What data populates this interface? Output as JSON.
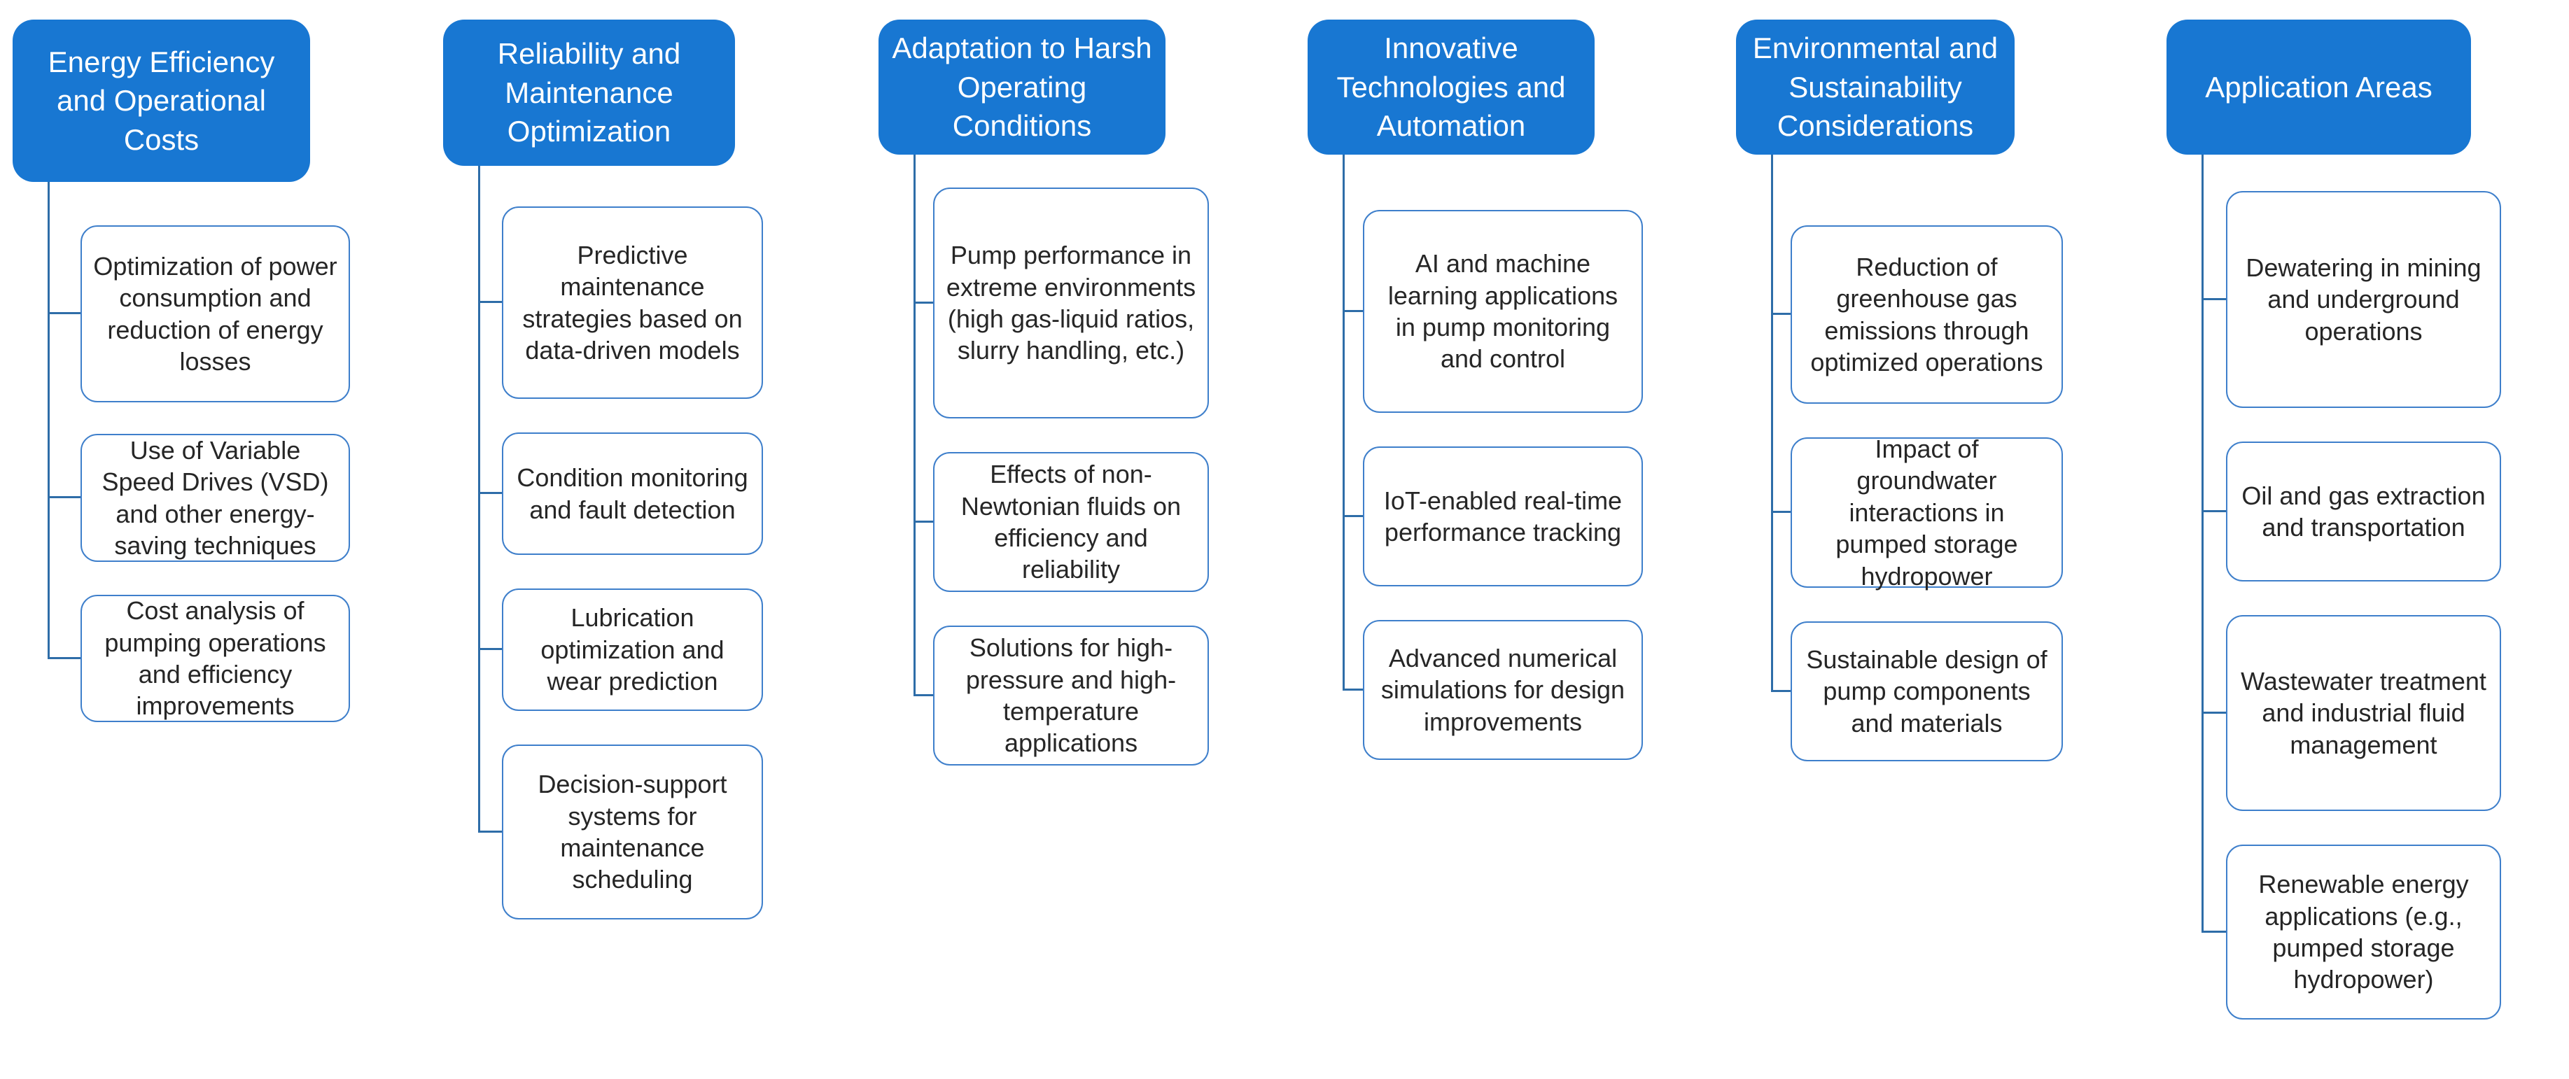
{
  "diagram": {
    "title": "Pump research topics hierarchy",
    "colors": {
      "background": "#FFFFFF",
      "header_fill": "#1877D2",
      "header_text": "#FFFFFF",
      "item_fill": "#FFFFFF",
      "item_border": "#3E7FCB",
      "item_text": "#262626",
      "connector": "#2E6DA8"
    },
    "columns": [
      {
        "header": "Energy Efficiency and Operational Costs",
        "items": [
          "Optimization of power consumption and reduction of energy losses",
          "Use of Variable Speed Drives (VSD) and other energy-saving techniques",
          "Cost analysis of pumping operations and efficiency improvements"
        ]
      },
      {
        "header": "Reliability and Maintenance Optimization",
        "items": [
          "Predictive maintenance strategies based on data-driven models",
          "Condition monitoring and fault detection",
          "Lubrication optimization and wear prediction",
          "Decision-support systems for maintenance scheduling"
        ]
      },
      {
        "header": "Adaptation to Harsh Operating Conditions",
        "items": [
          "Pump performance in extreme environments (high gas-liquid ratios, slurry handling, etc.)",
          "Effects of non-Newtonian fluids on efficiency and reliability",
          "Solutions for high-pressure and high-temperature applications"
        ]
      },
      {
        "header": "Innovative Technologies and Automation",
        "items": [
          "AI and machine learning applications in pump monitoring and control",
          "IoT-enabled real-time performance tracking",
          "Advanced numerical simulations for design improvements"
        ]
      },
      {
        "header": "Environmental and Sustainability Considerations",
        "items": [
          "Reduction of greenhouse gas emissions through optimized operations",
          "Impact of groundwater interactions in pumped storage hydropower",
          "Sustainable design of pump components and materials"
        ]
      },
      {
        "header": "Application Areas",
        "items": [
          "Dewatering in mining and underground operations",
          "Oil and gas extraction and transportation",
          "Wastewater treatment and industrial fluid management",
          "Renewable energy applications (e.g., pumped storage hydropower)"
        ]
      }
    ]
  }
}
